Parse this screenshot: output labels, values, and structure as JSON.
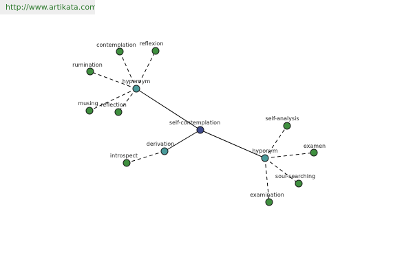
{
  "url": "http://www.artikata.com",
  "colors": {
    "center": "#3e4a8c",
    "relation": "#4a9a9a",
    "term": "#3f8f3f",
    "url_text": "#2d7a2d"
  },
  "graph": {
    "center": {
      "id": "self-contemplation",
      "label": "self-contemplation"
    },
    "relations": [
      {
        "id": "hypernym",
        "label": "hypernym",
        "terms": [
          "contemplation",
          "reflexion",
          "rumination",
          "musing",
          "reflection"
        ]
      },
      {
        "id": "derivation",
        "label": "derivation",
        "terms": [
          "introspect"
        ]
      },
      {
        "id": "hyponym",
        "label": "hyponym",
        "terms": [
          "self-analysis",
          "examen",
          "soul-searching",
          "examination"
        ]
      }
    ]
  }
}
